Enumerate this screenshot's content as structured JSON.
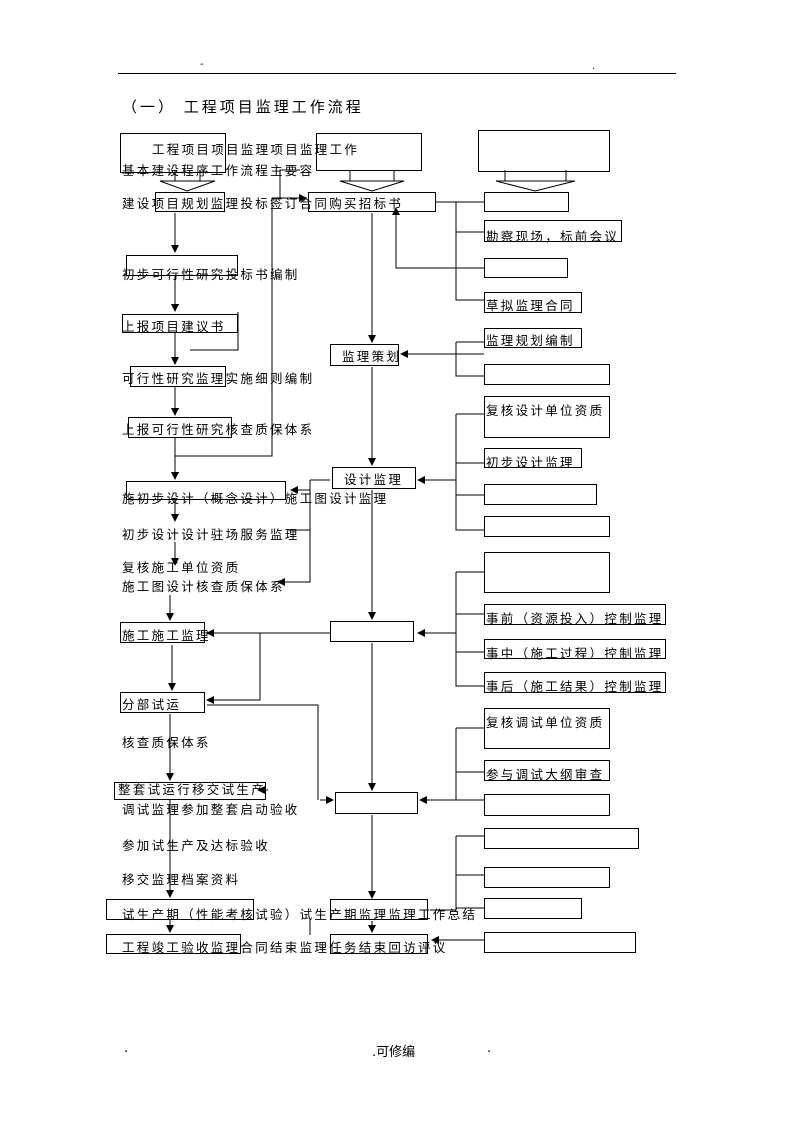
{
  "header": {
    "mark_left": "-",
    "mark_right": "."
  },
  "section_title": "（一）  工程项目监理工作流程",
  "left_column": {
    "label_1a": "工程项目项目监理项目监理工作",
    "label_1b": "基本建设程序工作流程主要容",
    "label_2": "建设项目规划监理投标签订合同购买招标书",
    "label_3": "初步可行性研究投标书编制",
    "label_4": "上报项目建议书",
    "label_5": "可行性研究监理实施细则编制",
    "label_6": "上报可行性研究核查质保体系",
    "label_7": "施初步设计（概念设计）施工图设计监理",
    "label_8": "初步设计设计驻场服务监理",
    "label_9a": "复核施工单位资质",
    "label_9b": "施工图设计核查质保体系",
    "label_10": "施工施工监理",
    "label_11": "分部试运",
    "label_12": "核查质保体系",
    "label_13a": "整套试运行移交试生产",
    "label_13b": "调试监理参加整套启动验收",
    "label_14": "参加试生产及达标验收",
    "label_15": "移交监理档案资料",
    "label_16": "试生产期（性能考核试验）试生产期监理监理工作总结",
    "label_17": "工程竣工验收监理合同结束监理任务结束回访评议"
  },
  "middle_column": {
    "label_supervision_planning": "监理策划",
    "label_design_supervision": "设计监理"
  },
  "right_column": {
    "label_site_visit": "勘察现场，标前会议",
    "label_draft_contract": "草拟监理合同",
    "label_planning_doc": "监理规划编制",
    "label_verify_designer": "复核设计单位资质",
    "label_prelim_design": "初步设计监理",
    "label_pre_control": "事前（资源投入）控制监理",
    "label_in_control": "事中（施工过程）控制监理",
    "label_post_control": "事后（施工结果）控制监理",
    "label_verify_commissioning": "复核调试单位资质",
    "label_commissioning_review": "参与调试大纲审查"
  },
  "footer": {
    "left_mark": ".",
    "center_text": ".可修编",
    "right_mark": "."
  }
}
